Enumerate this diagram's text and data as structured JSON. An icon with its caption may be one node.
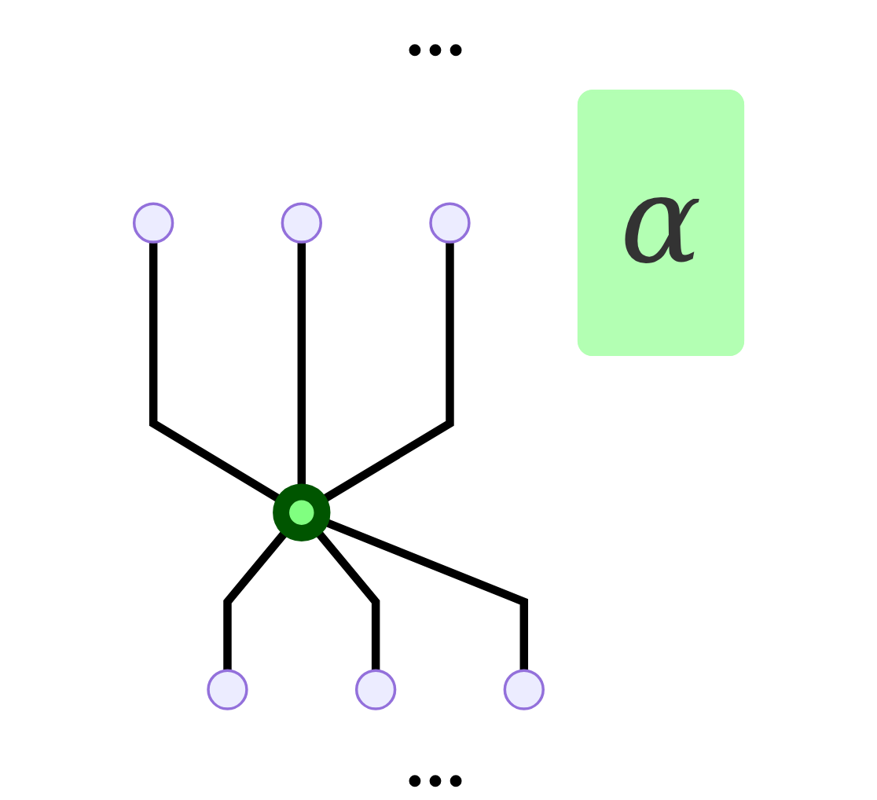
{
  "diagram": {
    "nodes": [
      {
        "text": [],
        "shape": "circle"
      },
      {
        "text": [],
        "shape": "circle"
      },
      {
        "text": [],
        "shape": "circle"
      },
      {
        "text": [],
        "shape": "circle"
      },
      {
        "text": [
          "α"
        ]
      },
      {
        "text": [],
        "shape": "circle"
      },
      {
        "text": [],
        "shape": "circle"
      },
      {
        "text": [],
        "shape": "circle"
      }
    ],
    "edges": [
      {
        "from": 0,
        "to": 3,
        "arrow": "none"
      },
      {
        "from": 1,
        "to": 3,
        "arrow": "none"
      },
      {
        "from": 2,
        "to": 3,
        "arrow": "none"
      },
      {
        "from": 3,
        "to": 5,
        "arrow": "none"
      },
      {
        "from": 3,
        "to": 6,
        "arrow": "none"
      },
      {
        "from": 3,
        "to": 7,
        "arrow": "none"
      }
    ],
    "labels": [
      "…",
      "…"
    ]
  }
}
